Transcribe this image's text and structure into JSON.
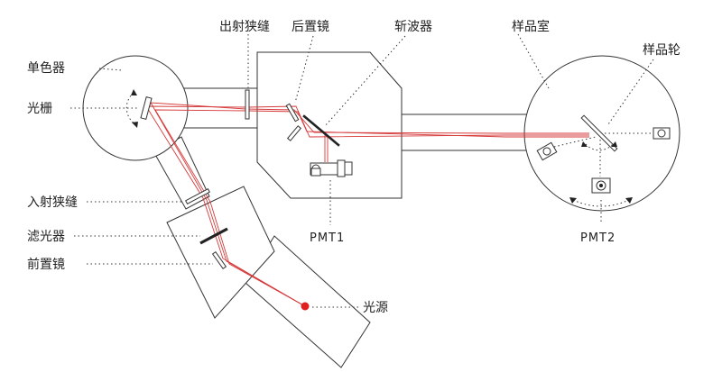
{
  "labels": {
    "monochromator": "单色器",
    "grating": "光栅",
    "entrance_slit": "入射狭缝",
    "filter": "滤光器",
    "front_mirror": "前置镜",
    "exit_slit": "出射狭缝",
    "rear_mirror": "后置镜",
    "chopper": "斩波器",
    "sample_chamber": "样品室",
    "sample_wheel": "样品轮",
    "pmt1": "PMT1",
    "pmt2": "PMT2",
    "light_source": "光源"
  },
  "colors": {
    "beam": "#d63a3a",
    "source": "#e01f1f",
    "outline": "#333333",
    "text": "#222222"
  }
}
